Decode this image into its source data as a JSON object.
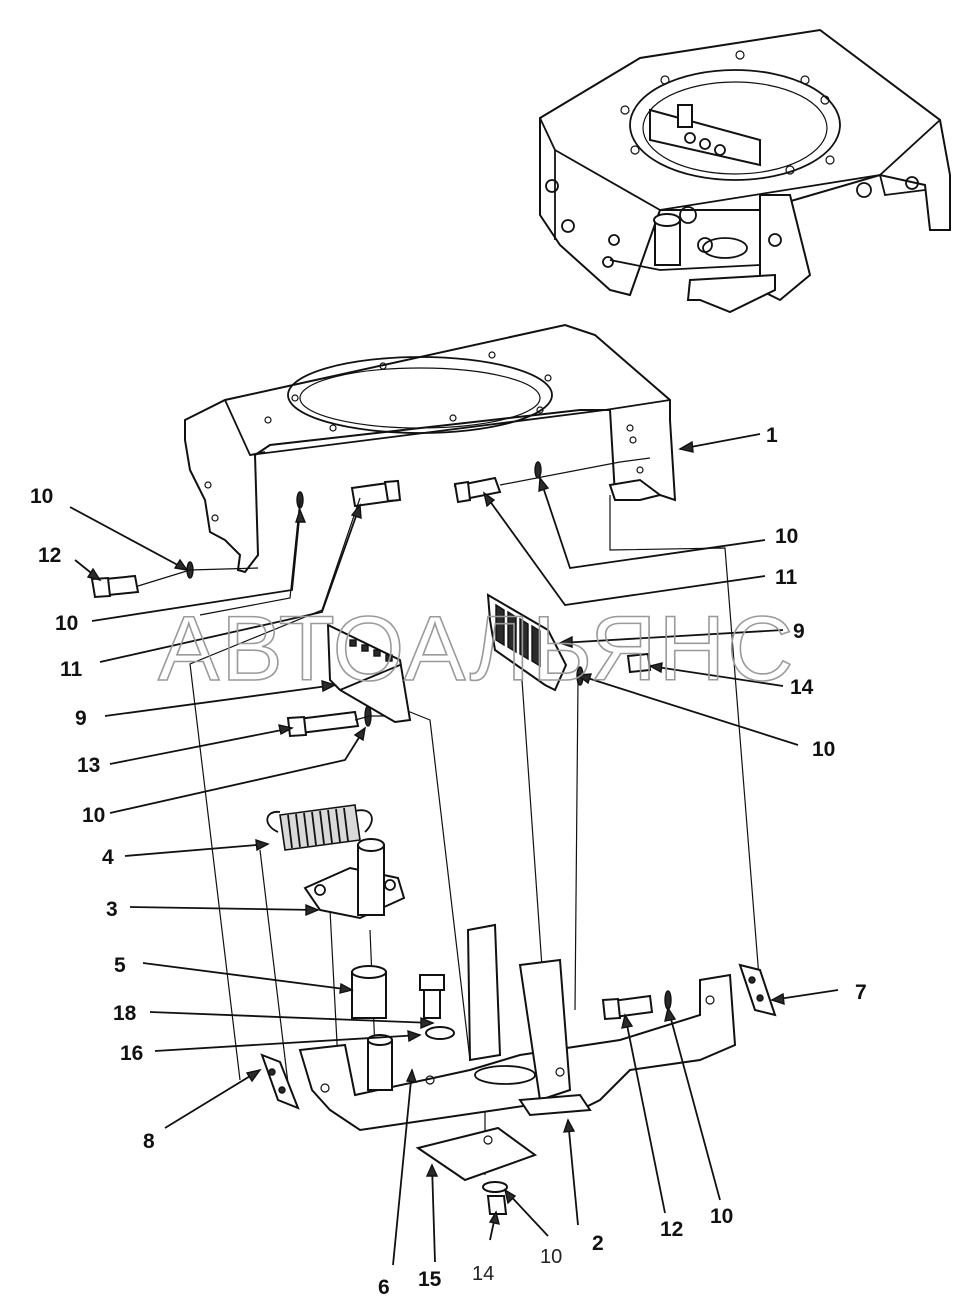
{
  "watermark": "АВТОАЛЬЯНС",
  "callouts": [
    {
      "id": "c1",
      "text": "1"
    },
    {
      "id": "c10a",
      "text": "10"
    },
    {
      "id": "c12a",
      "text": "12"
    },
    {
      "id": "c10b",
      "text": "10"
    },
    {
      "id": "c11a",
      "text": "11"
    },
    {
      "id": "c10c",
      "text": "10"
    },
    {
      "id": "c11b",
      "text": "11"
    },
    {
      "id": "c9a",
      "text": "9"
    },
    {
      "id": "c14a",
      "text": "14"
    },
    {
      "id": "c10d",
      "text": "10"
    },
    {
      "id": "c9b",
      "text": "9"
    },
    {
      "id": "c13",
      "text": "13"
    },
    {
      "id": "c10e",
      "text": "10"
    },
    {
      "id": "c4",
      "text": "4"
    },
    {
      "id": "c3",
      "text": "3"
    },
    {
      "id": "c5",
      "text": "5"
    },
    {
      "id": "c18",
      "text": "18"
    },
    {
      "id": "c16",
      "text": "16"
    },
    {
      "id": "c7",
      "text": "7"
    },
    {
      "id": "c8",
      "text": "8"
    },
    {
      "id": "c2",
      "text": "2"
    },
    {
      "id": "c12b",
      "text": "12"
    },
    {
      "id": "c10f",
      "text": "10"
    },
    {
      "id": "c10g",
      "text": "10"
    },
    {
      "id": "c14b",
      "text": "14"
    },
    {
      "id": "c15",
      "text": "15"
    },
    {
      "id": "c6",
      "text": "6"
    }
  ]
}
